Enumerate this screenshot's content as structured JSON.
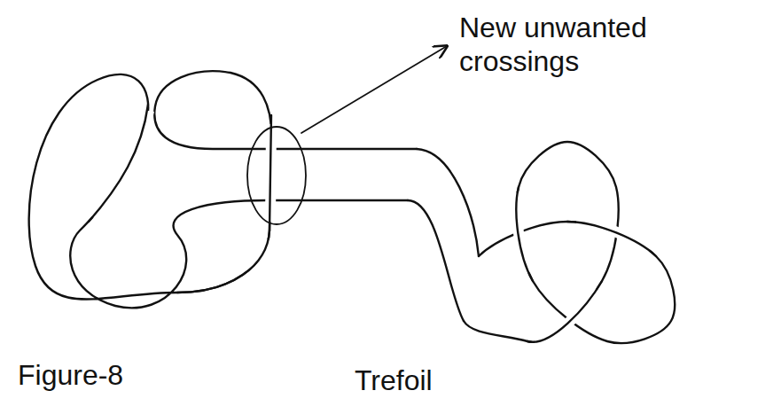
{
  "diagram": {
    "labels": [
      "New unwanted crossings",
      "Figure-8",
      "Trefoil"
    ]
  }
}
